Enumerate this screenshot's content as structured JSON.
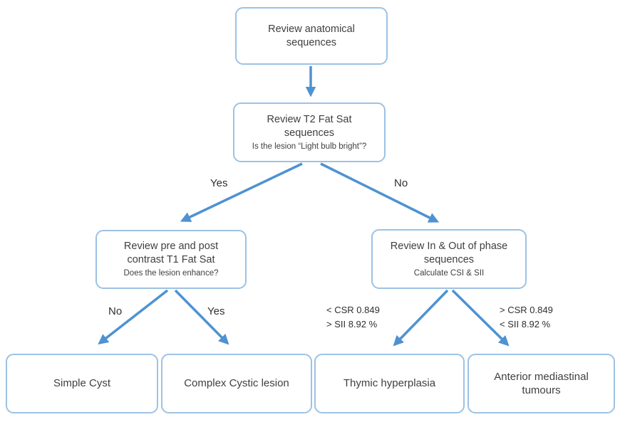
{
  "diagram": {
    "colors": {
      "arrow": "#4e92d2",
      "box_border": "#9cc2e5",
      "text": "#3f3f3f",
      "background": "#ffffff"
    },
    "nodes": {
      "anatomical": {
        "main": "Review anatomical sequences"
      },
      "t2": {
        "main": "Review T2 Fat Sat sequences",
        "sub": "Is the lesion “Light bulb bright”?"
      },
      "t1": {
        "main": "Review pre and post contrast T1 Fat Sat",
        "sub": "Does the lesion enhance?"
      },
      "inout": {
        "main": "Review In & Out of phase sequences",
        "sub": "Calculate CSI & SII"
      },
      "simple": {
        "main": "Simple Cyst"
      },
      "complex": {
        "main": "Complex Cystic lesion"
      },
      "thymic": {
        "main": "Thymic hyperplasia"
      },
      "anterior": {
        "main": "Anterior mediastinal tumours"
      }
    },
    "edge_labels": {
      "t2_yes": "Yes",
      "t2_no": "No",
      "t1_no": "No",
      "t1_yes": "Yes",
      "inout_left": {
        "line1": "< CSR 0.849",
        "line2": "> SII 8.92 %"
      },
      "inout_right": {
        "line1": "> CSR 0.849",
        "line2": "< SII 8.92 %"
      }
    }
  }
}
